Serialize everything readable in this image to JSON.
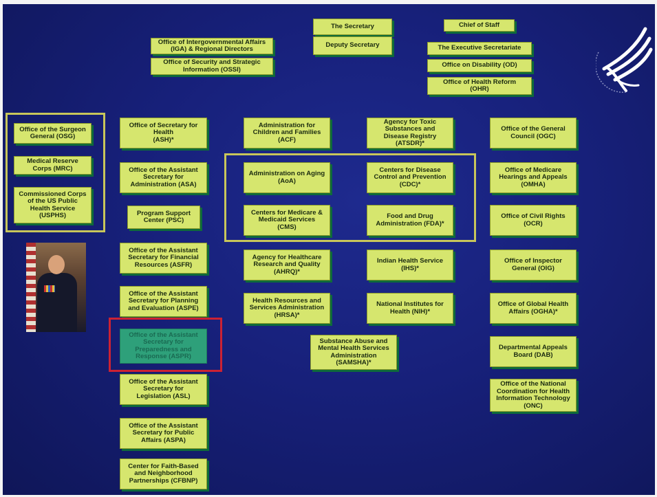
{
  "top": {
    "secretary": "The Secretary",
    "deputy": "Deputy Secretary",
    "chief_of_staff": "Chief of Staff",
    "exec_secretariat": "The Executive Secretariate",
    "disability": "Office on Disability (OD)",
    "health_reform": "Office of Health Reform\n(OHR)",
    "iga": "Office of Intergovernmental Affairs\n(IGA) & Regional Directors",
    "ossi": "Office of Security and Strategic\nInformation (OSSI)"
  },
  "left_group": {
    "osg": "Office of the Surgeon\nGeneral (OSG)",
    "mrc": "Medical Reserve\nCorps (MRC)",
    "usphs": "Commissioned Corps\nof the US Public\nHealth Service\n(USPHS)"
  },
  "column2": {
    "ash": "Office of Secretary for\nHealth\n(ASH)*",
    "asa": "Office of the Assistant\nSecretary for\nAdministration (ASA)",
    "psc": "Program Support\nCenter (PSC)",
    "asfr": "Office of the Assistant\nSecretary for Financial\nResources (ASFR)",
    "aspe": "Office of the Assistant\nSecretary for Planning\nand Evaluation (ASPE)",
    "aspr": "Office of the Assistant\nSecretary for\nPreparedness and\nResponse (ASPR)",
    "asl": "Office of the Assistant\nSecretary for\nLegislation (ASL)",
    "aspa": "Office of the Assistant\nSecretary for Public\nAffairs (ASPA)",
    "cfbnp": "Center for Faith-Based\nand Neighborhood\nPartnerships (CFBNP)"
  },
  "column3": {
    "acf": "Administration for\nChildren and Families\n(ACF)",
    "aoa": "Administration on Aging\n(AoA)",
    "cms": "Centers for Medicare &\nMedicaid Services\n(CMS)",
    "ahrq": "Agency for Healthcare\nResearch and Quality\n(AHRQ)*",
    "hrsa": "Health Resources and\nServices Administration\n(HRSA)*",
    "samhsa": "Substance Abuse and\nMental Health Services\nAdministration\n(SAMSHA)*"
  },
  "column4": {
    "atsdr": "Agency for Toxic\nSubstances and\nDisease Registry\n(ATSDR)*",
    "cdc": "Centers for Disease\nControl and Prevention\n(CDC)*",
    "fda": "Food and Drug\nAdministration (FDA)*",
    "ihs": "Indian Health Service\n(IHS)*",
    "nih": "National Institutes for\nHealth (NIH)*"
  },
  "column5": {
    "ogc": "Office of the General\nCouncil (OGC)",
    "omha": "Office of Medicare\nHearings and Appeals\n(OMHA)",
    "ocr": "Office of Civil Rights\n(OCR)",
    "oig": "Office of Inspector\nGeneral (OIG)",
    "ogha": "Office of Global Health\nAffairs (OGHA)*",
    "dab": "Departmental Appeals\nBoard (DAB)",
    "onc": "Office of the National\nCoordination for Health\nInformation Technology\n(ONC)"
  },
  "colors": {
    "background": "#17207a",
    "box": "#d6e66e",
    "box_shadow": "#0f6b3a",
    "group_frame": "#c8c65a",
    "highlight_frame": "#cc2233",
    "highlight_box": "#2ea07a"
  },
  "icons": {
    "logo": "hhs-eagle-logo",
    "photo": "surgeon-general-portrait"
  }
}
